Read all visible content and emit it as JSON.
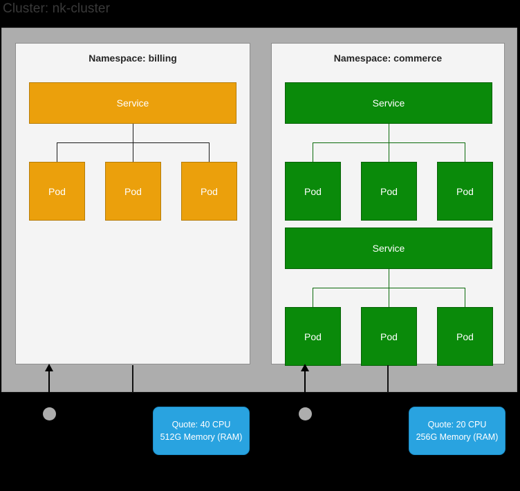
{
  "cluster": {
    "title": "Cluster: nk-cluster",
    "band_color": "#adadad",
    "background_color": "#000000"
  },
  "namespaces": [
    {
      "title": "Namespace: billing",
      "key": "billing",
      "accent_color": "#eba00c",
      "connector_color": "#1a1a1a",
      "groups": [
        {
          "service": {
            "label": "Service"
          },
          "pods": [
            {
              "label": "Pod"
            },
            {
              "label": "Pod"
            },
            {
              "label": "Pod"
            }
          ]
        }
      ]
    },
    {
      "title": "Namespace: commerce",
      "key": "commerce",
      "accent_color": "#0a8a0a",
      "connector_color": "#0a6a0a",
      "groups": [
        {
          "service": {
            "label": "Service"
          },
          "pods": [
            {
              "label": "Pod"
            },
            {
              "label": "Pod"
            },
            {
              "label": "Pod"
            }
          ]
        },
        {
          "service": {
            "label": "Service"
          },
          "pods": [
            {
              "label": "Pod"
            },
            {
              "label": "Pod"
            },
            {
              "label": "Pod"
            }
          ]
        }
      ]
    }
  ],
  "quotas": [
    {
      "key": "billing-quota",
      "line1": "Quote: 40 CPU",
      "line2": "512G Memory (RAM)",
      "color": "#29a3e0"
    },
    {
      "key": "commerce-quota",
      "line1": "Quote: 20 CPU",
      "line2": "256G Memory (RAM)",
      "color": "#29a3e0"
    }
  ],
  "markers": [
    {
      "key": "billing-marker",
      "color": "#adadad"
    },
    {
      "key": "commerce-marker",
      "color": "#adadad"
    }
  ]
}
